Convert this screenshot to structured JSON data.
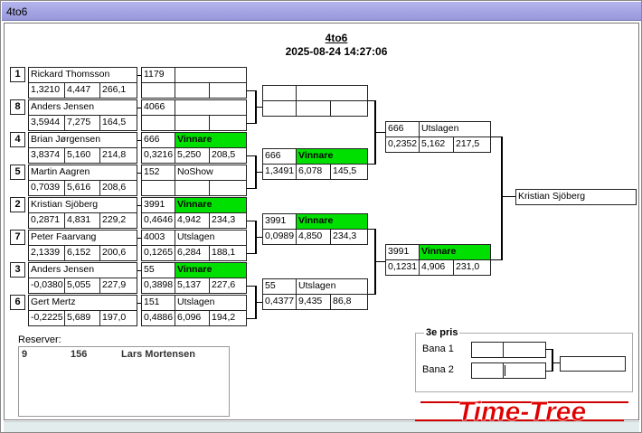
{
  "window": {
    "title": "4to6"
  },
  "header": {
    "name": "4to6",
    "datetime": "2025-08-24 14:27:06"
  },
  "colors": {
    "winner": "#00e000",
    "titlebar": "#a8a8e4",
    "logo": "#d00000"
  },
  "round1": [
    {
      "seed": "1",
      "name": "Rickard Thomsson",
      "s1": "1,3210",
      "s2": "4,447",
      "s3": "266,1",
      "id": "1179",
      "res": "",
      "r1": "",
      "r2": "",
      "r3": ""
    },
    {
      "seed": "8",
      "name": "Anders Jensen",
      "s1": "3,5944",
      "s2": "7,275",
      "s3": "164,5",
      "id": "4066",
      "res": "",
      "r1": "",
      "r2": "",
      "r3": ""
    },
    {
      "seed": "4",
      "name": "Brian Jørgensen",
      "s1": "3,8374",
      "s2": "5,160",
      "s3": "214,8",
      "id": "666",
      "res": "Vinnare",
      "r1": "0,3216",
      "r2": "5,250",
      "r3": "208,5"
    },
    {
      "seed": "5",
      "name": "Martin Aagren",
      "s1": "0,7039",
      "s2": "5,616",
      "s3": "208,6",
      "id": "152",
      "res": "NoShow",
      "r1": "",
      "r2": "",
      "r3": ""
    },
    {
      "seed": "2",
      "name": "Kristian Sjöberg",
      "s1": "0,2871",
      "s2": "4,831",
      "s3": "229,2",
      "id": "3991",
      "res": "Vinnare",
      "r1": "0,4646",
      "r2": "4,942",
      "r3": "234,3"
    },
    {
      "seed": "7",
      "name": "Peter Faarvang",
      "s1": "2,1339",
      "s2": "6,152",
      "s3": "200,6",
      "id": "4003",
      "res": "Utslagen",
      "r1": "0,1265",
      "r2": "6,284",
      "r3": "188,1"
    },
    {
      "seed": "3",
      "name": "Anders  Jensen",
      "s1": "-0,0380",
      "s2": "5,055",
      "s3": "227,9",
      "id": "55",
      "res": "Vinnare",
      "r1": "0,3898",
      "r2": "5,137",
      "r3": "227,6"
    },
    {
      "seed": "6",
      "name": "Gert Mertz",
      "s1": "-0,2225",
      "s2": "5,689",
      "s3": "197,0",
      "id": "151",
      "res": "Utslagen",
      "r1": "0,4886",
      "r2": "6,096",
      "r3": "194,2"
    }
  ],
  "round2": [
    {
      "id": "",
      "res": "",
      "r1": "",
      "r2": "",
      "r3": ""
    },
    {
      "id": "666",
      "res": "Vinnare",
      "r1": "1,3491",
      "r2": "6,078",
      "r3": "145,5"
    },
    {
      "id": "3991",
      "res": "Vinnare",
      "r1": "0,0989",
      "r2": "4,850",
      "r3": "234,3"
    },
    {
      "id": "55",
      "res": "Utslagen",
      "r1": "0,4377",
      "r2": "9,435",
      "r3": "86,8"
    }
  ],
  "round3": [
    {
      "id": "666",
      "res": "Utslagen",
      "r1": "0,2352",
      "r2": "5,162",
      "r3": "217,5"
    },
    {
      "id": "3991",
      "res": "Vinnare",
      "r1": "0,1231",
      "r2": "4,906",
      "r3": "231,0"
    }
  ],
  "final": {
    "winner": "Kristian Sjöberg"
  },
  "reserves": {
    "label": "Reserver:",
    "items": [
      {
        "num": "9",
        "id": "156",
        "name": "Lars Mortensen"
      }
    ]
  },
  "third_place": {
    "label": "3e pris",
    "lane1": "Bana 1",
    "lane2": "Bana 2"
  },
  "logo": {
    "text": "Time-Tree"
  }
}
